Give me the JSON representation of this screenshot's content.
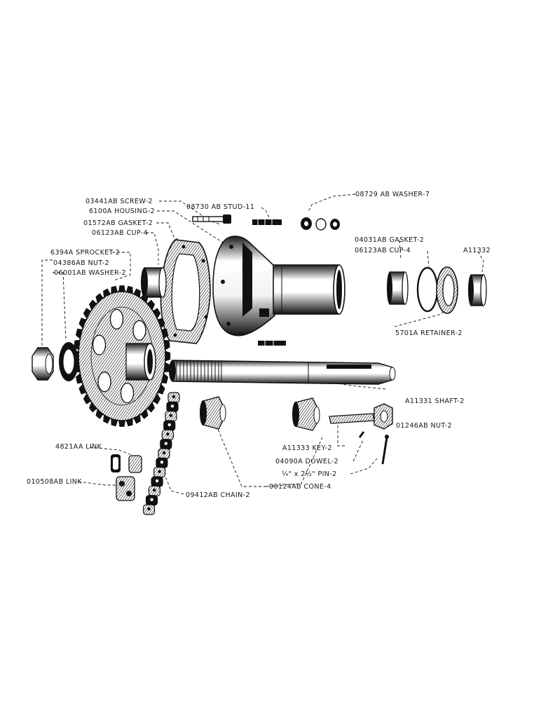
{
  "labels": {
    "screw": "03441AB SCREW-2",
    "housing": "6100A HOUSING-2",
    "gasket_left": "01572AB GASKET-2",
    "cup_left": "06123AB CUP-4",
    "sprocket": "6394A SPROCKET-2",
    "nut_left": "04386AB NUT-2",
    "washer_left": "06001AB WASHER-2",
    "stud": "08730 AB STUD-11",
    "washer_top": "08729 AB WASHER-7",
    "gasket_right": "04031AB GASKET-2",
    "cup_right": "06123AB CUP-4",
    "part_a11332": "A11332",
    "retainer": "5701A RETAINER-2",
    "shaft": "A11331 SHAFT-2",
    "nut_right": "01246AB NUT-2",
    "key": "A11333 KEY-2",
    "dowel": "04090A DOWEL-2",
    "pin": "¼\" x 2½\" PIN-2",
    "cone": "06124AB CONE-4",
    "link_4821": "4821AA LINK",
    "link_010508": "010508AB LINK",
    "chain": "09412AB CHAIN-2"
  },
  "parts": [
    {
      "name": "sprocket",
      "teeth": 36,
      "holes": 6
    },
    {
      "name": "housing"
    },
    {
      "name": "shaft"
    },
    {
      "name": "chain"
    }
  ]
}
